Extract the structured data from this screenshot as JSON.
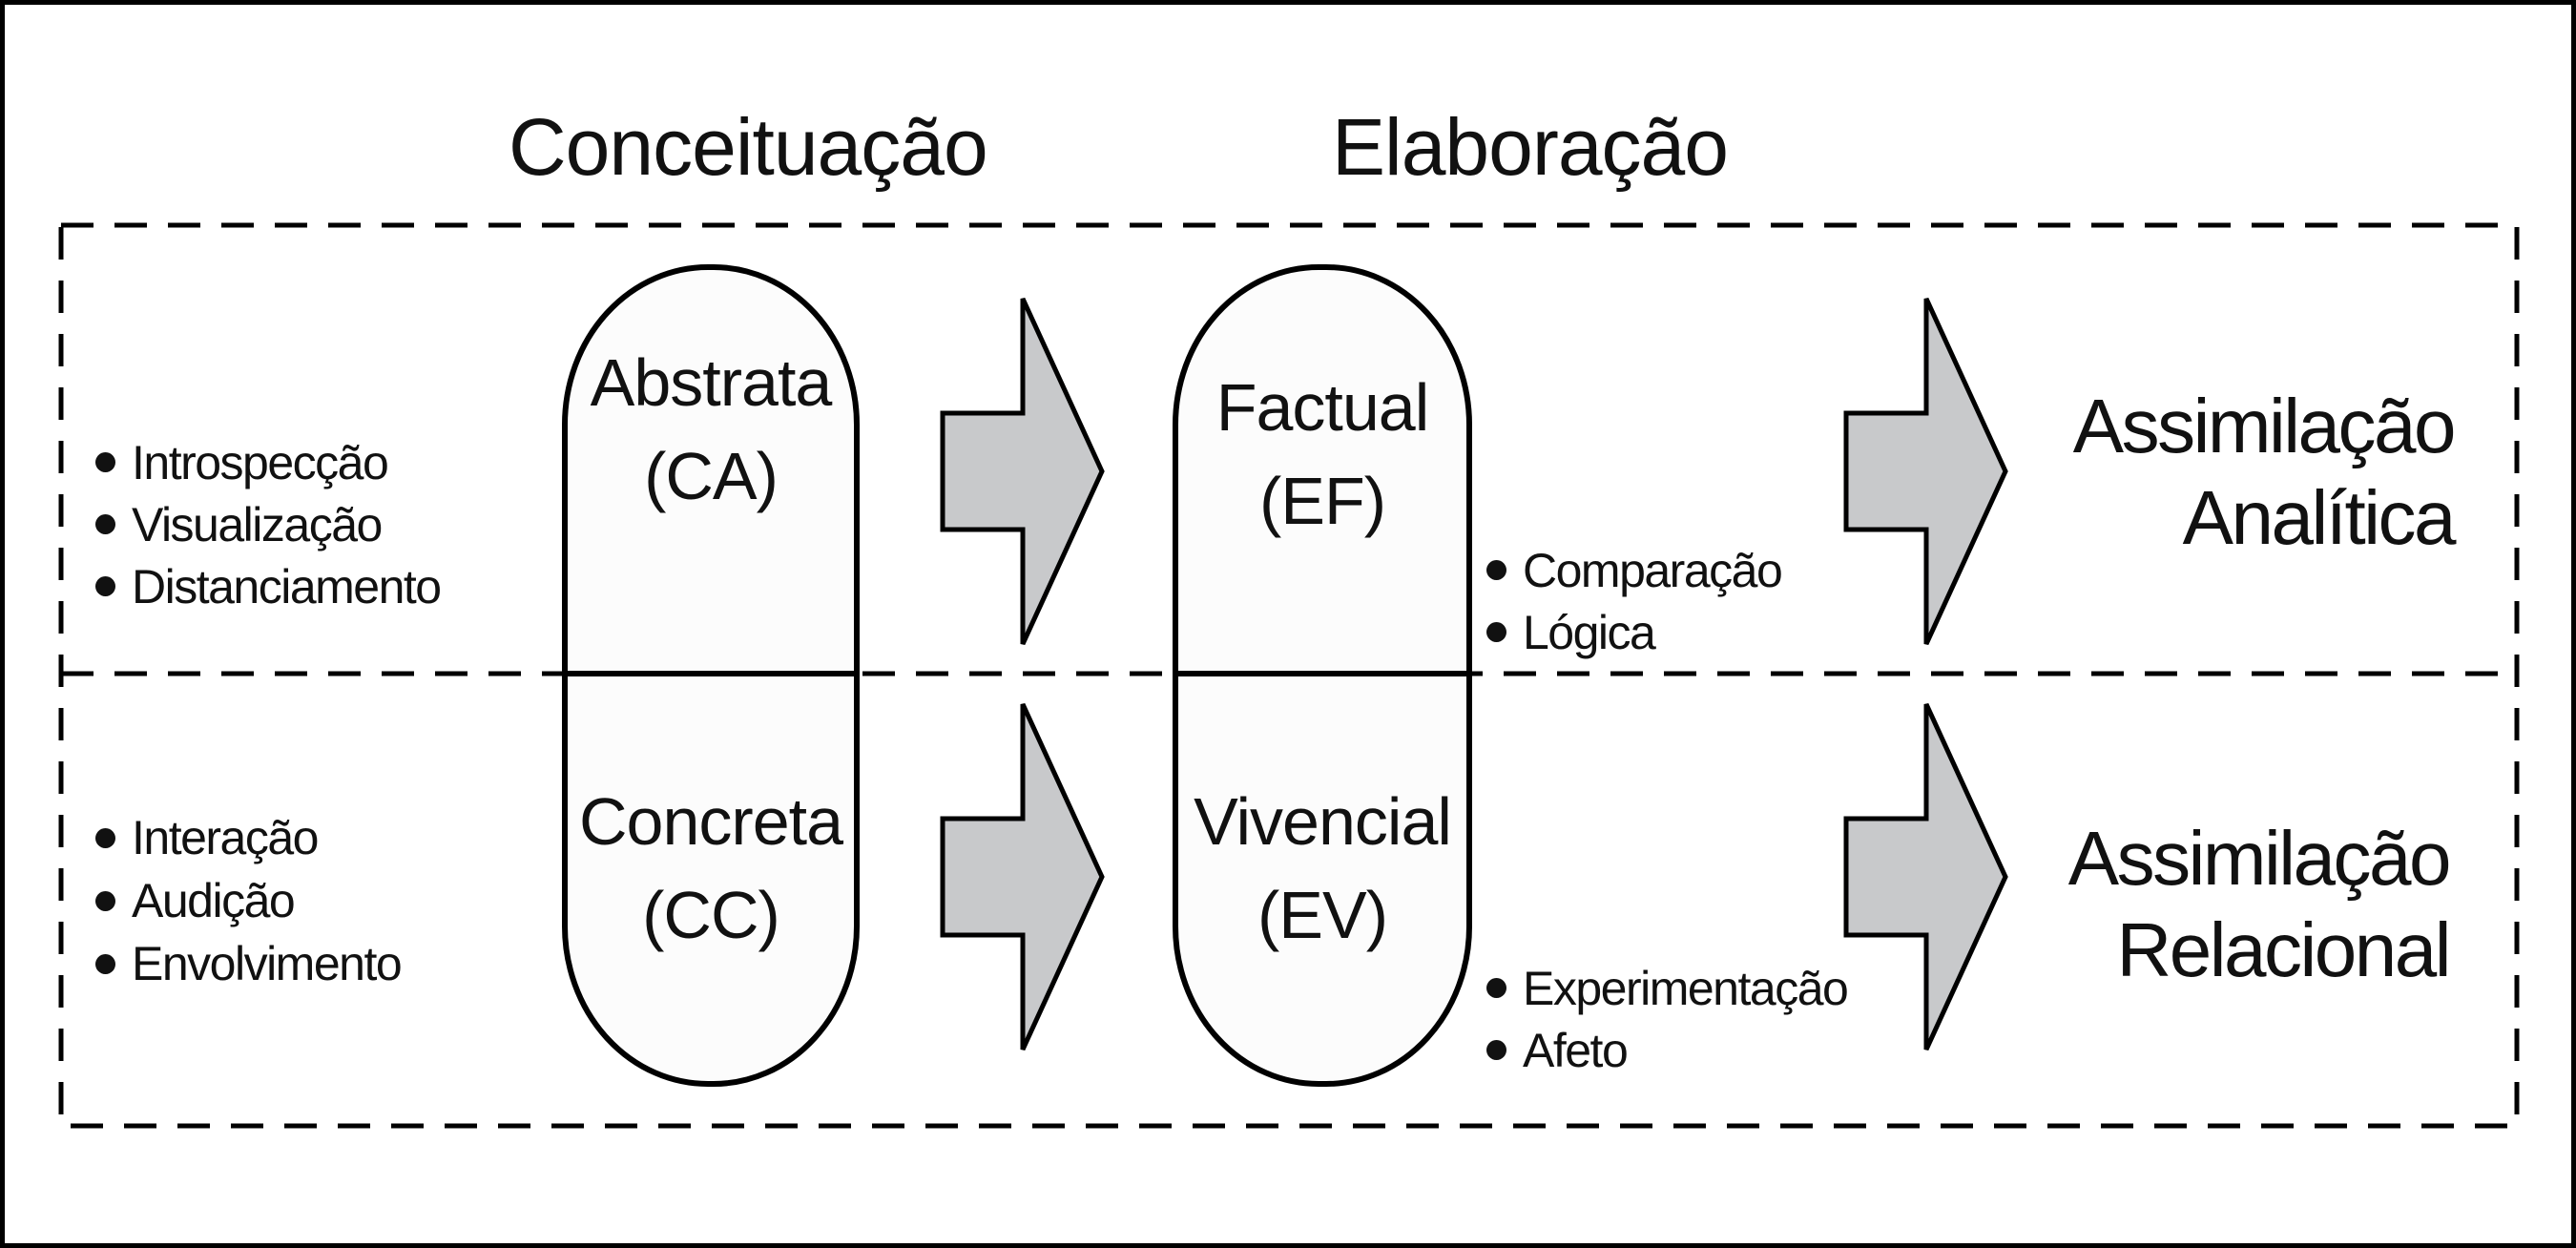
{
  "headers": {
    "conceituacao": "Conceituação",
    "elaboracao": "Elaboração"
  },
  "pills": {
    "first": {
      "top_title": "Abstrata",
      "top_code": "(CA)",
      "bottom_title": "Concreta",
      "bottom_code": "(CC)"
    },
    "second": {
      "top_title": "Factual",
      "top_code": "(EF)",
      "bottom_title": "Vivencial",
      "bottom_code": "(EV)"
    }
  },
  "lists": {
    "abstract_traits": [
      "Introspecção",
      "Visualização",
      "Distanciamento"
    ],
    "concrete_traits": [
      "Interação",
      "Audição",
      "Envolvimento"
    ],
    "factual_traits": [
      "Comparação",
      "Lógica"
    ],
    "experiential_traits": [
      "Experimentação",
      "Afeto"
    ]
  },
  "outcomes": {
    "analytical": {
      "line1": "Assimilação",
      "line2": "Analítica"
    },
    "relational": {
      "line1": "Assimilação",
      "line2": "Relacional"
    }
  },
  "colors": {
    "arrow_fill": "#c8c9cb",
    "stroke": "#000000",
    "pill_fill": "#fcfcfc"
  }
}
